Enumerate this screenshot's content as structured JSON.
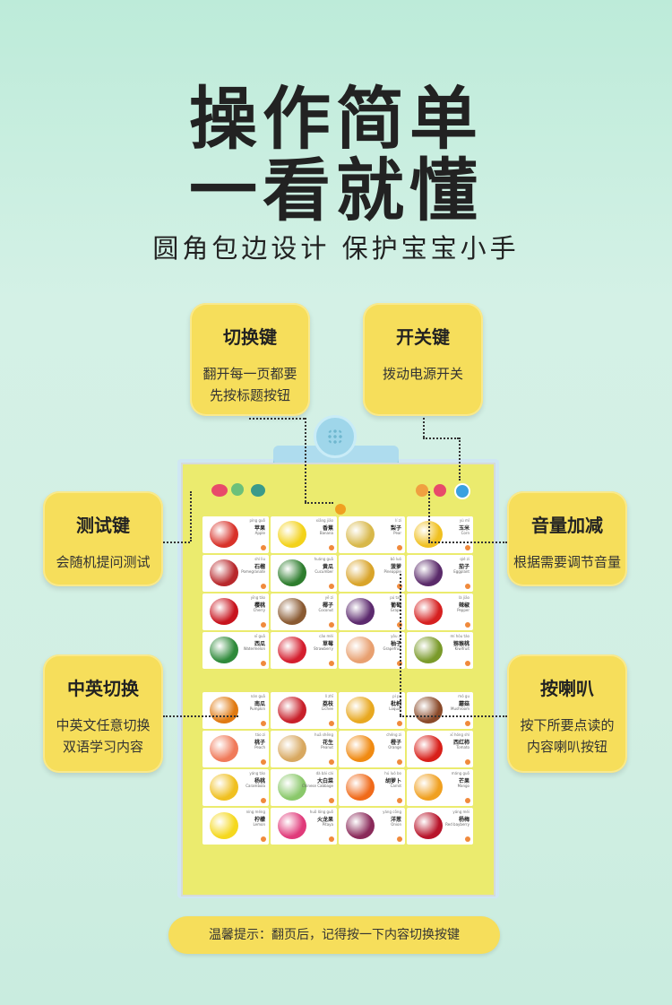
{
  "title_line1": "操作简单",
  "title_line2": "一看就懂",
  "subtitle": "圆角包边设计 保护宝宝小手",
  "callouts": {
    "switch": {
      "head": "切换键",
      "desc1": "翻开每一页都要",
      "desc2": "先按标题按钮"
    },
    "power": {
      "head": "开关键",
      "desc1": "拨动电源开关"
    },
    "test": {
      "head": "测试键",
      "desc1": "会随机提问测试"
    },
    "volume": {
      "head": "音量加减",
      "desc1": "根据需要调节音量"
    },
    "lang": {
      "head": "中英切换",
      "desc1": "中英文任意切换",
      "desc2": "双语学习内容"
    },
    "horn": {
      "head": "按喇叭",
      "desc1": "按下所要点读的",
      "desc2": "内容喇叭按钮"
    }
  },
  "fruits_top": [
    {
      "py": "píng guǒ",
      "cn": "苹果",
      "en": "Apple",
      "color": "#d8322a"
    },
    {
      "py": "xiāng jiāo",
      "cn": "香蕉",
      "en": "Banana",
      "color": "#f3d21a"
    },
    {
      "py": "lí zi",
      "cn": "梨子",
      "en": "Pear",
      "color": "#d8b84a"
    },
    {
      "py": "yù mǐ",
      "cn": "玉米",
      "en": "Corn",
      "color": "#f0c020"
    },
    {
      "py": "shí liu",
      "cn": "石榴",
      "en": "Pomegranate",
      "color": "#b8282c"
    },
    {
      "py": "huáng guā",
      "cn": "黄瓜",
      "en": "Cucumber",
      "color": "#2e7d2e"
    },
    {
      "py": "bō luó",
      "cn": "菠萝",
      "en": "Pineapple",
      "color": "#d9a42a"
    },
    {
      "py": "qié zi",
      "cn": "茄子",
      "en": "Eggplant",
      "color": "#5a2a6a"
    },
    {
      "py": "yīng táo",
      "cn": "樱桃",
      "en": "Cherry",
      "color": "#c8141e"
    },
    {
      "py": "yē zi",
      "cn": "椰子",
      "en": "Coconut",
      "color": "#8a5a32"
    },
    {
      "py": "pú tao",
      "cn": "葡萄",
      "en": "Grape",
      "color": "#5c2a6e"
    },
    {
      "py": "là jiāo",
      "cn": "辣椒",
      "en": "Pepper",
      "color": "#d62020"
    },
    {
      "py": "xī guā",
      "cn": "西瓜",
      "en": "Watermelon",
      "color": "#2f8a3a"
    },
    {
      "py": "cǎo méi",
      "cn": "草莓",
      "en": "Strawberry",
      "color": "#d41e2e"
    },
    {
      "py": "yòu zi",
      "cn": "柚子",
      "en": "Grapefruit",
      "color": "#e8a070"
    },
    {
      "py": "mí hóu táo",
      "cn": "猕猴桃",
      "en": "Kiwifruit",
      "color": "#7a9a2a"
    }
  ],
  "fruits_bottom": [
    {
      "py": "nán guā",
      "cn": "南瓜",
      "en": "Pumpkin",
      "color": "#e07a12"
    },
    {
      "py": "lì zhī",
      "cn": "荔枝",
      "en": "Lichee",
      "color": "#c8202a"
    },
    {
      "py": "pí pa",
      "cn": "枇杷",
      "en": "Loquat",
      "color": "#e8a820"
    },
    {
      "py": "mó gu",
      "cn": "蘑菇",
      "en": "Mushroom",
      "color": "#8a4a2a"
    },
    {
      "py": "táo zi",
      "cn": "桃子",
      "en": "Peach",
      "color": "#f07a5a"
    },
    {
      "py": "huā shēng",
      "cn": "花生",
      "en": "Peanut",
      "color": "#d8a860"
    },
    {
      "py": "chéng zi",
      "cn": "橙子",
      "en": "Orange",
      "color": "#f08a12"
    },
    {
      "py": "xī hóng shì",
      "cn": "西红柿",
      "en": "Tomato",
      "color": "#d8201a"
    },
    {
      "py": "yáng táo",
      "cn": "杨桃",
      "en": "Carambola",
      "color": "#f0c020"
    },
    {
      "py": "dà bái cài",
      "cn": "大白菜",
      "en": "Chinese Cabbage",
      "color": "#8ac86a"
    },
    {
      "py": "hú luó bo",
      "cn": "胡萝卜",
      "en": "Carrot",
      "color": "#f06a1a"
    },
    {
      "py": "máng guǒ",
      "cn": "芒果",
      "en": "Mango",
      "color": "#f0a020"
    },
    {
      "py": "níng méng",
      "cn": "柠檬",
      "en": "Lemon",
      "color": "#f5d81e"
    },
    {
      "py": "huǒ lóng guǒ",
      "cn": "火龙果",
      "en": "Pitaya",
      "color": "#e03a7a"
    },
    {
      "py": "yáng cōng",
      "cn": "洋葱",
      "en": "Onion",
      "color": "#8a2a5a"
    },
    {
      "py": "yáng méi",
      "cn": "杨梅",
      "en": "Red bayberry",
      "color": "#b8142a"
    }
  ],
  "tip": "温馨提示：翻页后，记得按一下内容切换按键"
}
